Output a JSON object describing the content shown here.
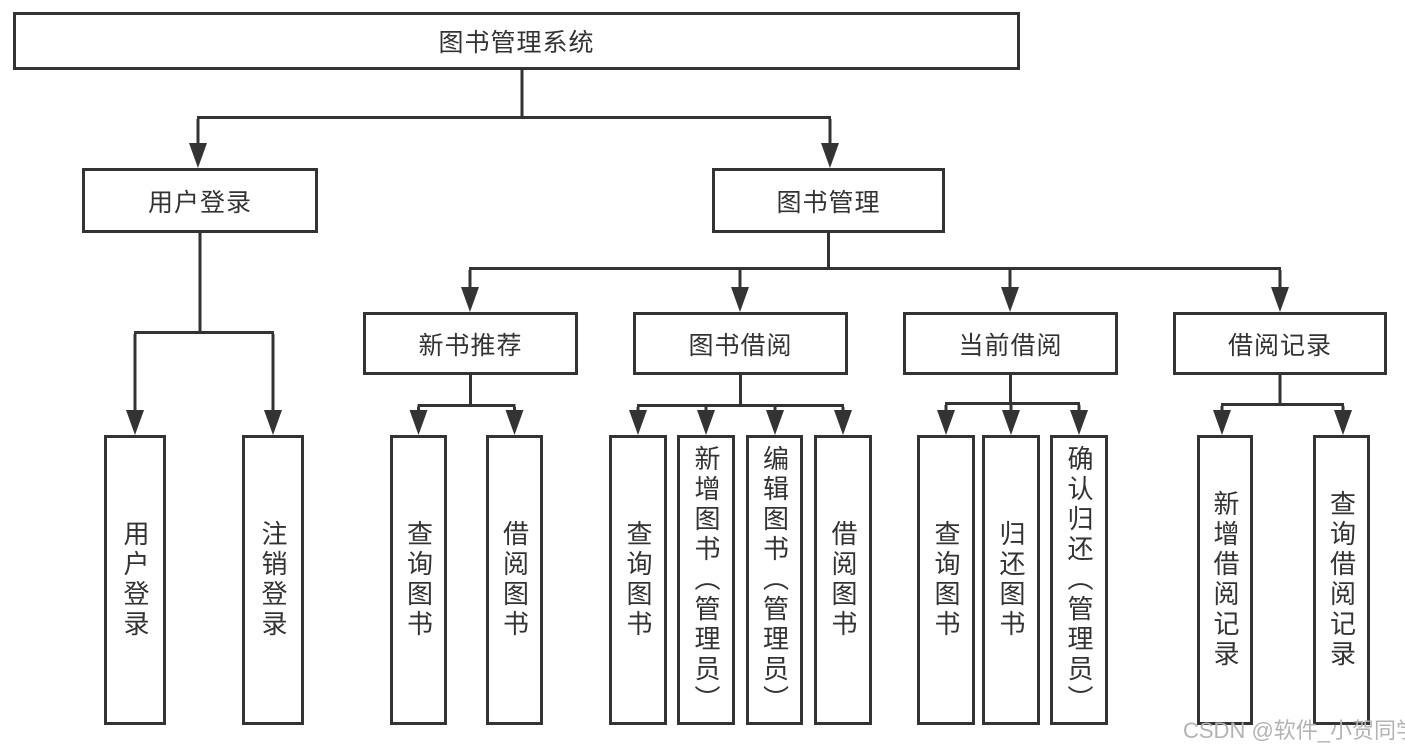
{
  "title": "图书管理系统",
  "level2": {
    "user_login": "用户登录",
    "book_management": "图书管理"
  },
  "modules": {
    "new_book": "新书推荐",
    "borrow": "图书借阅",
    "current": "当前借阅",
    "records": "借阅记录"
  },
  "leaves": {
    "user_login": [
      "用户登录",
      "注销登录"
    ],
    "new_book": [
      "查询图书",
      "借阅图书"
    ],
    "borrow": [
      "查询图书",
      "新增图书（管理员）",
      "编辑图书（管理员）",
      "借阅图书"
    ],
    "current": [
      "查询图书",
      "归还图书",
      "确认归还（管理员）"
    ],
    "records": [
      "新增借阅记录",
      "查询借阅记录"
    ]
  },
  "watermark": "CSDN @软件_小贺同学",
  "colors": {
    "line": "#333333",
    "text": "#333333",
    "watermark": "#b3b3b3",
    "background": "#ffffff"
  }
}
